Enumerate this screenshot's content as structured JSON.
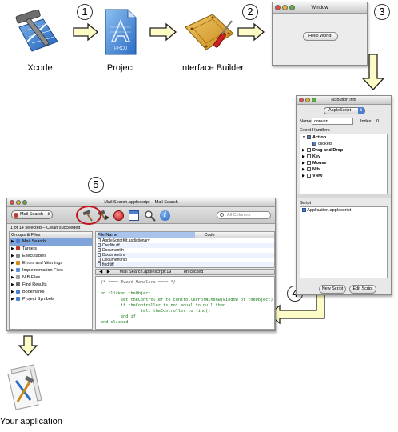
{
  "steps": [
    "1",
    "2",
    "3",
    "4",
    "5"
  ],
  "labels": {
    "xcode": "Xcode",
    "project": "Project",
    "interface_builder": "Interface Builder",
    "your_application": "Your application",
    "proj_badge": "PROJ"
  },
  "hello_window": {
    "title": "Window",
    "button_label": "Hello World!"
  },
  "inspector": {
    "title": "NSButton Info",
    "popup_value": "AppleScript",
    "name_label": "Name:",
    "name_value": "convert",
    "index_label": "Index:",
    "index_value": "0",
    "event_handlers_label": "Event Handlers",
    "handlers": [
      {
        "label": "Action",
        "checked": true,
        "expanded": true,
        "indent": 0
      },
      {
        "label": "clicked",
        "checked": true,
        "expanded": false,
        "indent": 1
      },
      {
        "label": "Drag and Drop",
        "checked": false,
        "expanded": false,
        "indent": 0
      },
      {
        "label": "Key",
        "checked": false,
        "expanded": false,
        "indent": 0
      },
      {
        "label": "Mouse",
        "checked": false,
        "expanded": false,
        "indent": 0
      },
      {
        "label": "Nib",
        "checked": false,
        "expanded": false,
        "indent": 0
      },
      {
        "label": "View",
        "checked": false,
        "expanded": false,
        "indent": 0
      }
    ],
    "script_label": "Script",
    "script_value": "Application.applescript",
    "new_script": "New Script",
    "edit_script": "Edit Script"
  },
  "xcode_window": {
    "title": "Mail Search.applescript – Mail Search",
    "target_popup": "Mail Search",
    "search_placeholder": "All Columns",
    "status": "1 of 14 selected – Clean succeeded",
    "groups_header": "Groups & Files",
    "groups": [
      {
        "label": "Mail Search",
        "selected": true
      },
      {
        "label": "Targets",
        "selected": false
      },
      {
        "label": "Executables",
        "selected": false
      },
      {
        "label": "Errors and Warnings",
        "selected": false
      },
      {
        "label": "Implementation Files",
        "selected": false
      },
      {
        "label": "NIB Files",
        "selected": false
      },
      {
        "label": "Find Results",
        "selected": false
      },
      {
        "label": "Bookmarks",
        "selected": false
      },
      {
        "label": "Project Symbols",
        "selected": false
      }
    ],
    "file_columns": {
      "name": "File Name",
      "code": "Code"
    },
    "files": [
      "AppleScriptKit.asdictionary",
      "Credits.rtf",
      "Document.h",
      "Document.m",
      "Document.nib",
      "find.tiff"
    ],
    "editor_file": "Mail Search.applescript:19",
    "editor_function": "on clicked",
    "code_lines": [
      "(* ==== Event Handlers ==== *)",
      "",
      "on clicked theObject",
      "        set theController to controllerForWindow(window of theObject)",
      "        if theController is not equal to null then",
      "                tell theController to find()",
      "        end if",
      "end clicked"
    ]
  },
  "colors": {
    "arrow_fill": "#fdfbc6",
    "arrow_stroke": "#222222",
    "highlight_circle": "#c0171b",
    "selection_blue": "#7fa4d9",
    "keyword_green": "#1a7a1a",
    "comment_gray": "#555555"
  }
}
